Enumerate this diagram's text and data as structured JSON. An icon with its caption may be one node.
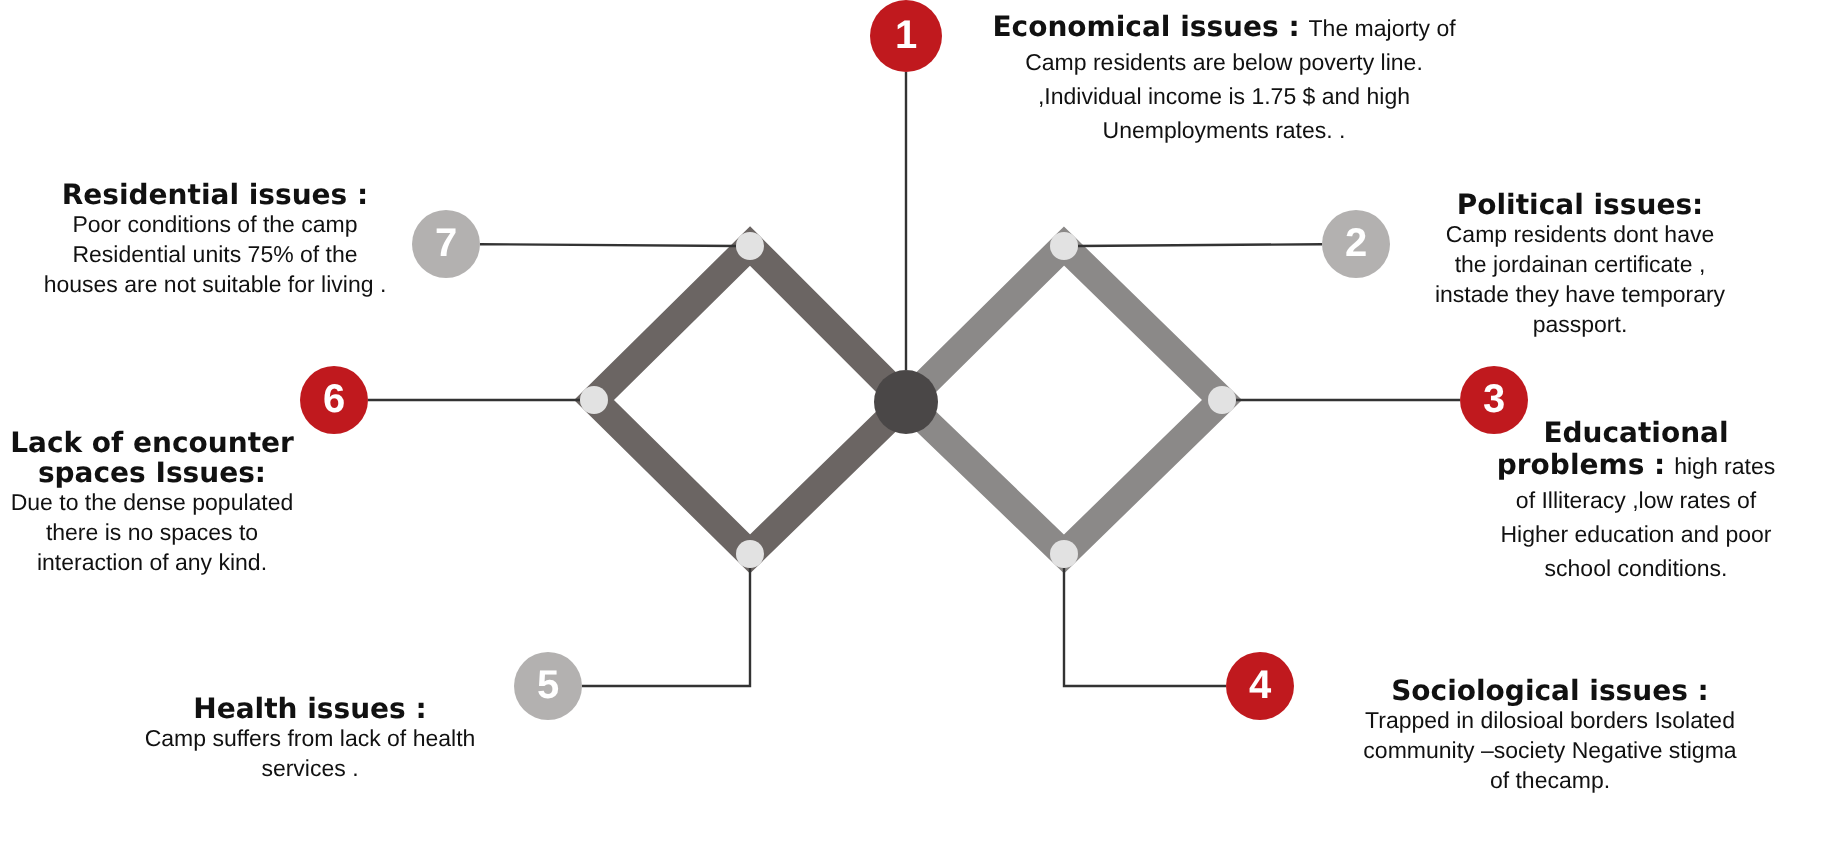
{
  "diagram": {
    "nodes": [
      {
        "text": [
          "1"
        ],
        "beside": [
          "Economical issues :",
          "The majorty of Camp residents are below poverty line. ,Individual income is 1.75 $ and high Unemployments rates. ."
        ]
      },
      {
        "text": [],
        "shape": "circle"
      },
      {
        "text": [
          "2"
        ],
        "beside": [
          "Political issues:",
          "Camp residents dont have the jordainan certificate , instade they have temporary passport."
        ]
      },
      {
        "text": [],
        "shape": "circle"
      },
      {
        "text": [
          "3"
        ],
        "beside": [
          "Educational problems :",
          "high rates of Illiteracy ,low rates of Higher education and poor school conditions."
        ]
      },
      {
        "text": [],
        "shape": "circle"
      },
      {
        "text": [
          "4"
        ],
        "beside": [
          "Sociological issues :",
          "Trapped in dilosioal borders Isolated community –society Negative stigma of thecamp."
        ]
      },
      {
        "text": [],
        "shape": "circle"
      },
      {
        "text": [
          "5"
        ],
        "beside": [
          "Health issues  :",
          "Camp suffers from lack of health services ."
        ]
      },
      {
        "text": [],
        "shape": "circle"
      },
      {
        "text": [
          "6"
        ],
        "beside": [
          "Lack of encounter spaces Issues:",
          "Due to the dense populated there is no spaces to interaction of any kind."
        ]
      },
      {
        "text": [],
        "shape": "circle"
      },
      {
        "text": [
          "7"
        ],
        "beside": [
          "Residential issues :",
          "Poor conditions of the camp Residential units 75% of the houses are not suitable for living ."
        ]
      },
      {
        "text": [],
        "shape": "circle"
      }
    ],
    "edges": [
      {
        "from": 0,
        "to": 1,
        "arrow": "none"
      },
      {
        "from": 2,
        "to": 3,
        "arrow": "none"
      },
      {
        "from": 4,
        "to": 5,
        "arrow": "none"
      },
      {
        "from": 6,
        "to": 7,
        "arrow": "none"
      },
      {
        "from": 8,
        "to": 9,
        "arrow": "none"
      },
      {
        "from": 10,
        "to": 11,
        "arrow": "none"
      },
      {
        "from": 12,
        "to": 13,
        "arrow": "none"
      }
    ]
  }
}
